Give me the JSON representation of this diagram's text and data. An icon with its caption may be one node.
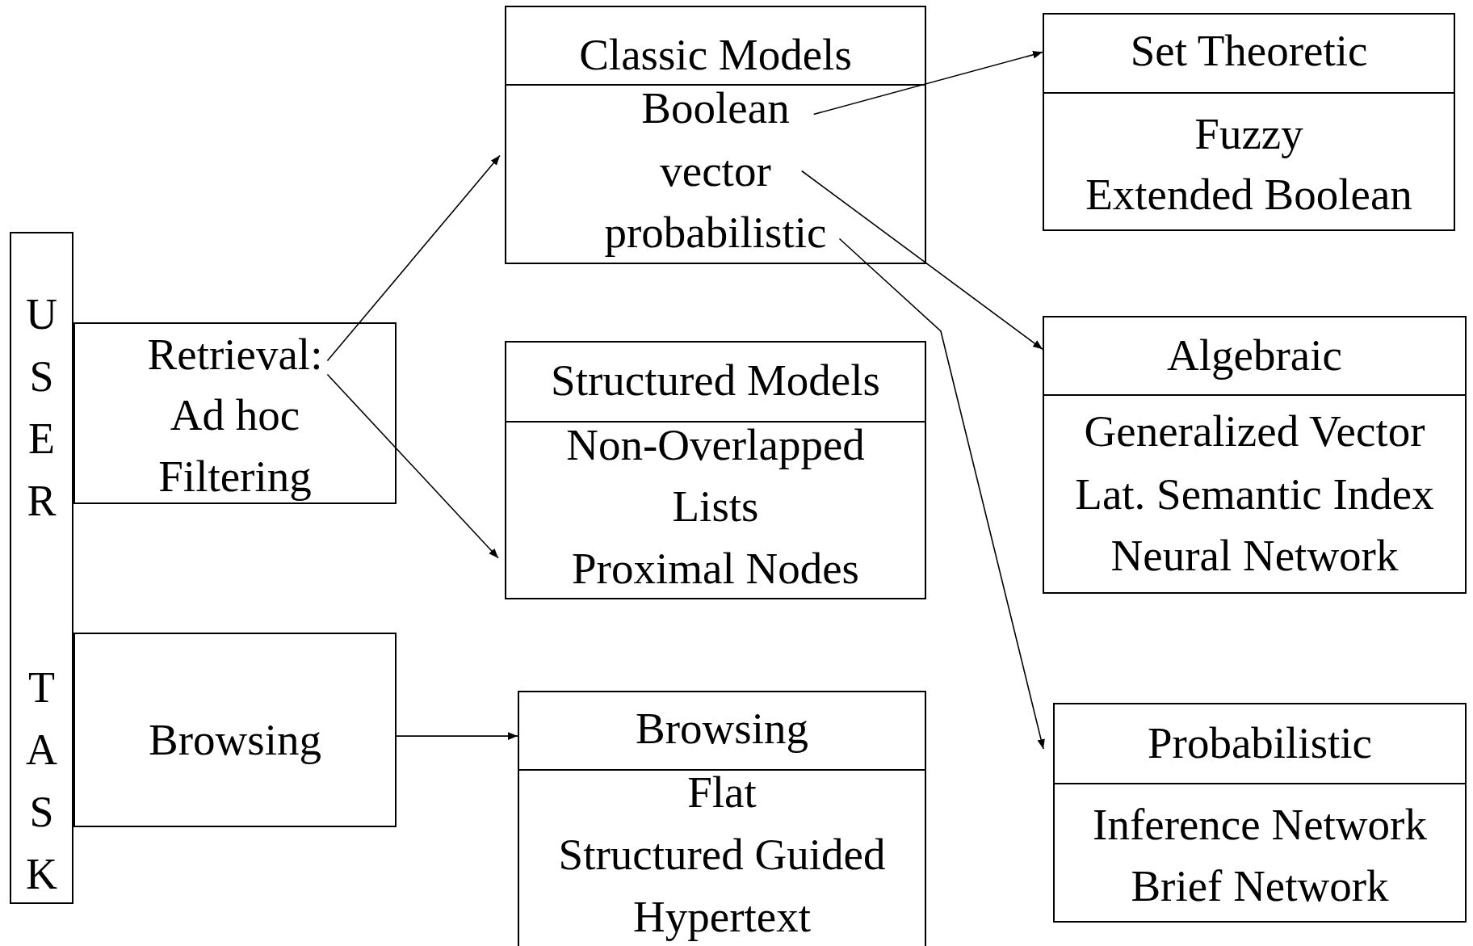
{
  "diagram": {
    "nodes": [
      {
        "text": [
          "USER TASK"
        ]
      },
      {
        "text": [
          "Retrieval:",
          "Ad hoc",
          "Filtering"
        ]
      },
      {
        "text": [
          "Browsing"
        ]
      },
      {
        "text": [
          "Classic Models",
          "Boolean",
          "vector",
          "probabilistic"
        ]
      },
      {
        "text": [
          "Structured Models",
          "Non-Overlapped",
          "Lists",
          "Proximal Nodes"
        ]
      },
      {
        "text": [
          "Browsing",
          "Flat",
          "Structured Guided",
          "Hypertext"
        ]
      },
      {
        "text": [
          "Set Theoretic",
          "Fuzzy",
          "Extended Boolean"
        ]
      },
      {
        "text": [
          "Algebraic",
          "Generalized Vector",
          "Lat. Semantic Index",
          "Neural Network"
        ]
      },
      {
        "text": [
          "Probabilistic",
          "Inference Network",
          "Brief Network"
        ]
      }
    ],
    "edges": [
      {
        "from": 1,
        "to": 3,
        "arrow": "to"
      },
      {
        "from": 1,
        "to": 4,
        "arrow": "to"
      },
      {
        "from": 2,
        "to": 5,
        "arrow": "to"
      },
      {
        "from": 3,
        "to": 6,
        "arrow": "to"
      },
      {
        "from": 3,
        "to": 7,
        "arrow": "to"
      },
      {
        "from": 3,
        "to": 8,
        "arrow": "to"
      }
    ]
  }
}
